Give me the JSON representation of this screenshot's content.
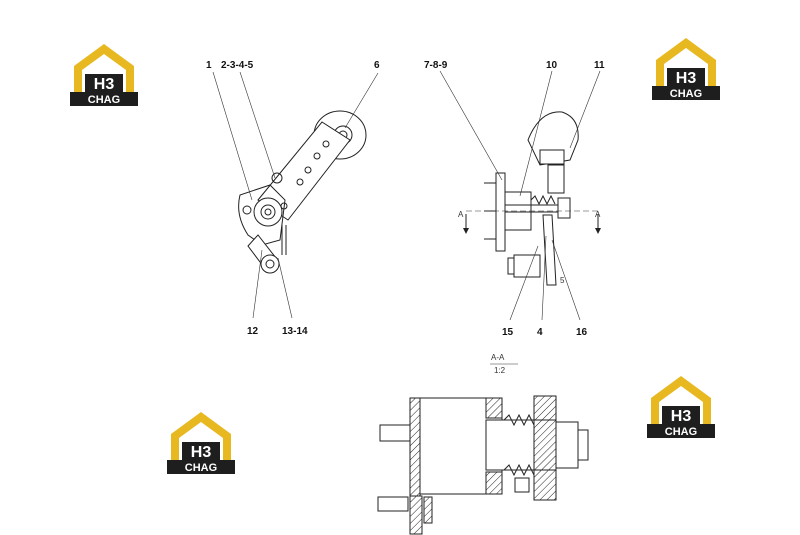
{
  "logo": {
    "text": "CHAG",
    "letters": "H3",
    "colors": {
      "gold": "#e8b820",
      "dark": "#1e1e1e"
    }
  },
  "callouts": {
    "c1": "1",
    "c2345": "2-3-4-5",
    "c6": "6",
    "c789": "7-8-9",
    "c10": "10",
    "c11": "11",
    "c12": "12",
    "c1314": "13-14",
    "c15": "15",
    "c4": "4",
    "c16": "16",
    "c5": "5"
  },
  "section": {
    "label": "A-A",
    "scale": "1:2",
    "mark_left": "A",
    "mark_right": "A"
  }
}
